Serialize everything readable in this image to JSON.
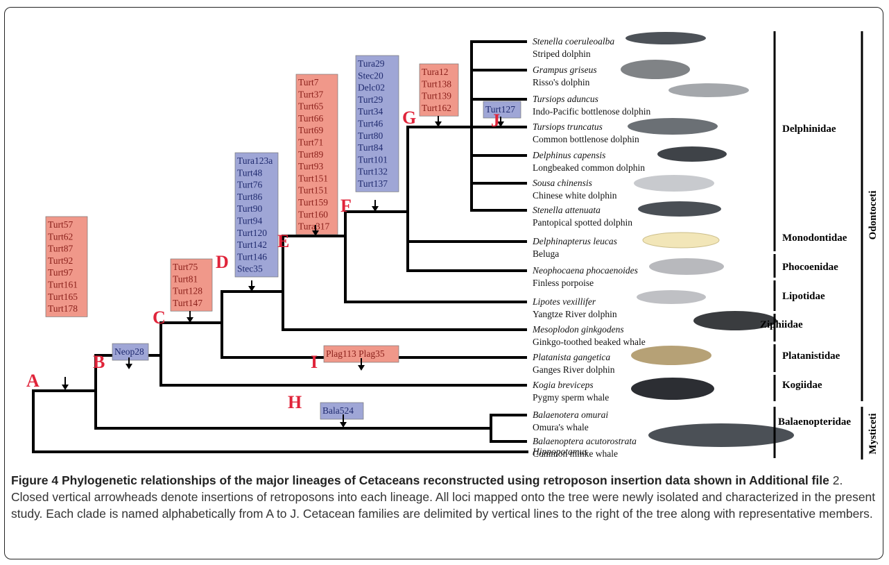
{
  "figure_label": "Figure 4",
  "caption_bold": "Phylogenetic relationships of the major lineages of Cetaceans reconstructed using retroposon insertion data shown in Additional file",
  "caption_rest": " 2. Closed vertical arrowheads denote insertions of retroposons into each lineage. All loci mapped onto the tree were newly isolated and characterized in the present study. Each clade is named alphabetically from A to J. Cetacean families are delimited by vertical lines to the right of the tree along with representative members.",
  "taxa": [
    {
      "sci": "Stenella coeruleoalba",
      "common": "Striped dolphin"
    },
    {
      "sci": "Grampus griseus",
      "common": "Risso's dolphin"
    },
    {
      "sci": "Tursiops aduncus",
      "common": "Indo-Pacific bottlenose dolphin"
    },
    {
      "sci": "Tursiops truncatus",
      "common": "Common bottlenose dolphin"
    },
    {
      "sci": "Delphinus capensis",
      "common": "Longbeaked common dolphin"
    },
    {
      "sci": "Sousa chinensis",
      "common": "Chinese white dolphin"
    },
    {
      "sci": "Stenella attenuata",
      "common": "Pantopical spotted dolphin"
    },
    {
      "sci": "Delphinapterus leucas",
      "common": "Beluga"
    },
    {
      "sci": "Neophocaena phocaenoides",
      "common": "Finless porpoise"
    },
    {
      "sci": "Lipotes vexillifer",
      "common": "Yangtze River dolphin"
    },
    {
      "sci": "Mesoplodon ginkgodens",
      "common": "Ginkgo-toothed beaked whale"
    },
    {
      "sci": "Platanista gangetica",
      "common": "Ganges River dolphin"
    },
    {
      "sci": "Kogia breviceps",
      "common": "Pygmy sperm whale"
    },
    {
      "sci": "Balaenotera omurai",
      "common": "Omura's whale"
    },
    {
      "sci": "Balaenoptera acutorostrata",
      "common": "Common minke whale"
    },
    {
      "sci": "Hippopotamus",
      "common": ""
    }
  ],
  "families": [
    "Delphinidae",
    "Monodontidae",
    "Phocoenidae",
    "Lipotidae",
    "Ziphiidae",
    "Platanistidae",
    "Kogiidae",
    "Balaenopteridae"
  ],
  "suborders": [
    "Odontoceti",
    "Mysticeti"
  ],
  "clades": {
    "A": {
      "label": "A",
      "color": "red",
      "insertions": [
        "Turt57",
        "Turt62",
        "Turt87",
        "Turt92",
        "Turt97",
        "Turt161",
        "Turt165",
        "Turt178"
      ]
    },
    "B": {
      "label": "B",
      "color": "blue",
      "insertions": [
        "Neop28"
      ]
    },
    "C": {
      "label": "C",
      "color": "red",
      "insertions": [
        "Turt75",
        "Turt81",
        "Turt128",
        "Turt147"
      ]
    },
    "D": {
      "label": "D",
      "color": "blue",
      "insertions": [
        "Tura123a",
        "Turt48",
        "Turt76",
        "Turt86",
        "Turt90",
        "Turt94",
        "Turt120",
        "Turt142",
        "Turt146",
        "Stec35"
      ]
    },
    "E": {
      "label": "E",
      "color": "red",
      "insertions": [
        "Turt7",
        "Turt37",
        "Turt65",
        "Turt66",
        "Turt69",
        "Turt71",
        "Turt89",
        "Turt93",
        "Turt151",
        "Turt151",
        "Turt159",
        "Turt160",
        "Tura317"
      ]
    },
    "F": {
      "label": "F",
      "color": "blue",
      "insertions": [
        "Tura29",
        "Stec20",
        "Delc02",
        "Turt29",
        "Turt34",
        "Turt46",
        "Turt80",
        "Turt84",
        "Turt101",
        "Turt132",
        "Turt137"
      ]
    },
    "G": {
      "label": "G",
      "color": "red",
      "insertions": [
        "Tura12",
        "Turt138",
        "Turt139",
        "Turt162"
      ]
    },
    "H": {
      "label": "H",
      "color": "blue",
      "insertions": [
        "Bala524"
      ]
    },
    "I": {
      "label": "I",
      "color": "red",
      "insertions": [
        "Plag113  Plag35"
      ]
    },
    "J": {
      "label": "J",
      "color": "blue",
      "insertions": [
        "Turt127"
      ]
    }
  },
  "colors": {
    "red_box": "#f0988a",
    "red_text": "#8a1f1a",
    "blue_box": "#9fa6d6",
    "blue_text": "#1f2a6e",
    "clade_letter": "#e0243a",
    "line": "#000000"
  }
}
